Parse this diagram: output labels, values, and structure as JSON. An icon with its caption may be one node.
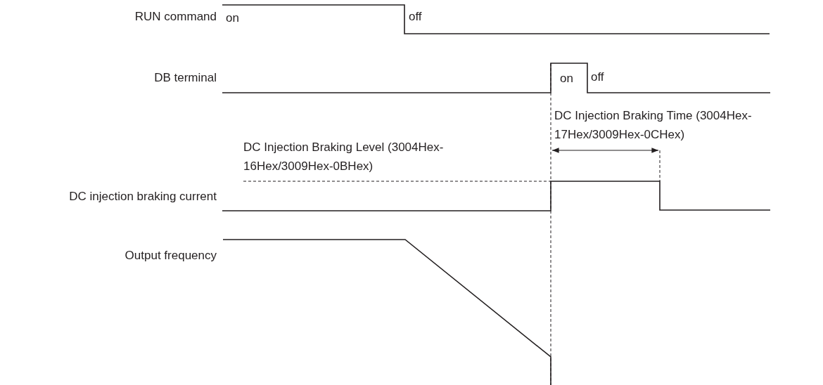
{
  "diagram": {
    "labels": [
      "RUN command",
      "on",
      "off",
      "DB terminal",
      "on",
      "off",
      "DC Injection Braking Time (3004Hex-17Hex/3009Hex-0CHex)",
      "DC Injection Braking Level (3004Hex-16Hex/3009Hex-0BHex)",
      "DC injection braking current",
      "Output frequency"
    ]
  }
}
